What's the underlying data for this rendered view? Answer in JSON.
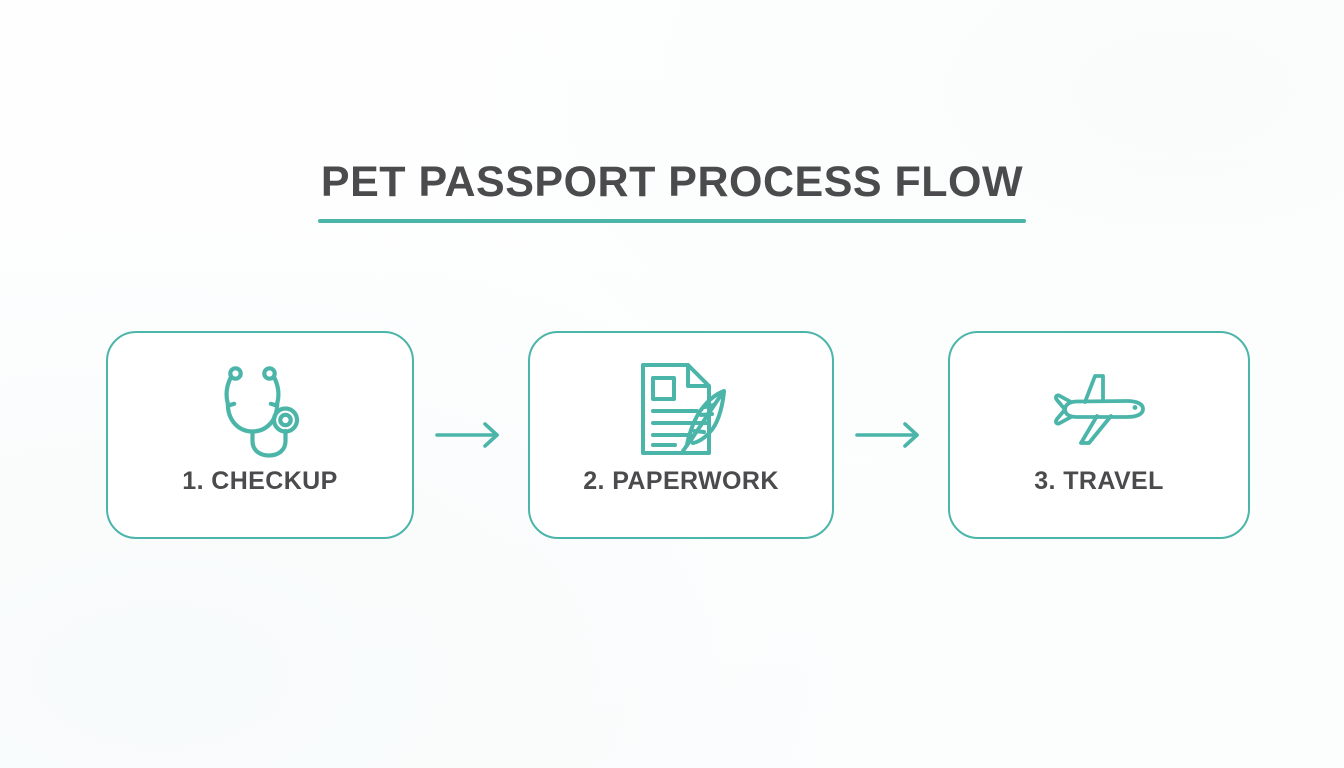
{
  "theme": {
    "accent": "#4cb5a9",
    "text": "#4b4b4d",
    "background": "#fdfdfd",
    "card_background": "#ffffff"
  },
  "header": {
    "title": "PET PASSPORT PROCESS FLOW",
    "underline": true
  },
  "flow": {
    "steps": [
      {
        "label": "1. CHECKUP",
        "icon": "stethoscope-icon"
      },
      {
        "label": "2. PAPERWORK",
        "icon": "document-quill-icon"
      },
      {
        "label": "3. TRAVEL",
        "icon": "airplane-icon"
      }
    ],
    "connectors": [
      {
        "icon": "arrow-right-icon"
      },
      {
        "icon": "arrow-right-icon"
      }
    ]
  }
}
